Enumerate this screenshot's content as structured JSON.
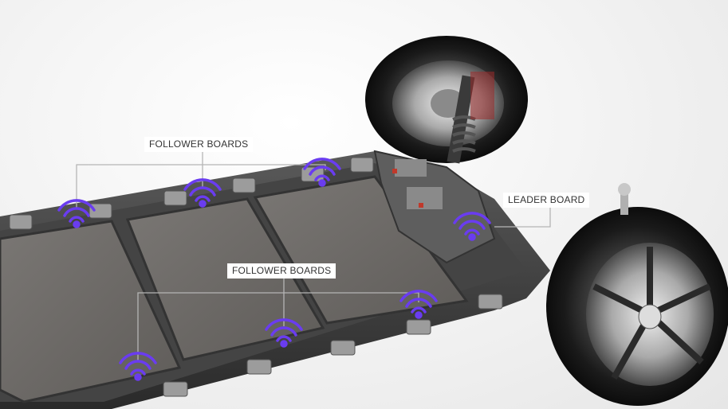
{
  "labels": {
    "follower_boards_top": "FOLLOWER BOARDS",
    "leader_board": "LEADER BOARD",
    "follower_boards_bottom": "FOLLOWER BOARDS"
  },
  "colors": {
    "wireless_icon": "#6a3cf0",
    "battery_module": "#6e6b68",
    "tire": "#1e1e1e",
    "background": "#f2f2f2"
  },
  "icons": [
    "wireless-signal-icon"
  ]
}
